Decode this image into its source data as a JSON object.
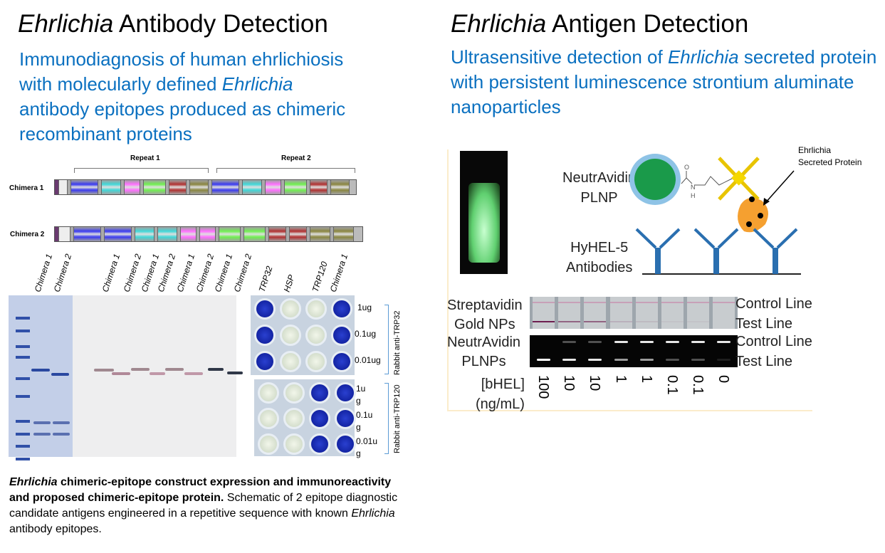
{
  "left": {
    "title_italic": "Ehrlichia",
    "title_rest": " Antibody Detection",
    "subtitle": [
      "Immunodiagnosis of human ehrlichiosis",
      "with molecularly defined ",
      "Ehrlichia",
      "antibody epitopes produced as chimeric",
      "recombinant proteins"
    ],
    "repeat1": "Repeat 1",
    "repeat2": "Repeat 2",
    "chimera1": "Chimera 1",
    "chimera2": "Chimera 2",
    "segment_colors": [
      "#3a3af0",
      "#40d8d8",
      "#ff70ff",
      "#70f050",
      "#b03030",
      "#8a8640"
    ],
    "lanes": [
      "Chimera 1",
      "Chimera 2",
      "Chimera 1",
      "Chimera 2",
      "Chimera 1",
      "Chimera 2",
      "Chimera 1",
      "Chimera 2",
      "Chimera 1",
      "Chimera 2",
      "TRP32",
      "HSP",
      "TRP120",
      "Chimera 1"
    ],
    "plate_top_labels": [
      "1ug",
      "0.1ug",
      "0.01ug"
    ],
    "plate_bottom_labels": [
      "1u\ng",
      "0.1u\ng",
      "0.01u\ng"
    ],
    "plate_top_group": "Rabbit anti-TRP32",
    "plate_bottom_group": "Rabbit anti-TRP120",
    "caption_bold_italic": "Ehrlichia",
    "caption_bold": " chimeric-epitope construct expression and immunoreactivity and proposed chimeric-epitope protein.",
    "caption_1": "Schematic of 2 epitope diagnostic candidate antigens engineered in a repetitive sequence with known ",
    "caption_italic": "Ehrlichia",
    "caption_2": " antibody epitopes."
  },
  "right": {
    "title_italic": "Ehrlichia",
    "title_rest": " Antigen Detection",
    "subtitle_1": "Ultrasensitive detection of ",
    "subtitle_italic": "Ehrlichia",
    "subtitle_2": " secreted protein with persistent luminescence strontium aluminate nanoparticles",
    "neutravidin_plnp": "NeutrAvidin\nPLNP",
    "hyhel": "HyHEL-5\nAntibodies",
    "secreted": "Ehrlichia\nSecreted Protein",
    "o_label": "O",
    "n_label": "N",
    "h_label": "H",
    "gold_label": "Streptavidin\nGold NPs",
    "plnp_label": "NeutrAvidin\nPLNPs",
    "control_line": "Control Line",
    "test_line": "Test Line",
    "bhel_label": "[bHEL]\n(ng/mL)",
    "concentrations": [
      "100",
      "10",
      "10",
      "1",
      "1",
      "0.1",
      "0.1",
      "0"
    ]
  }
}
